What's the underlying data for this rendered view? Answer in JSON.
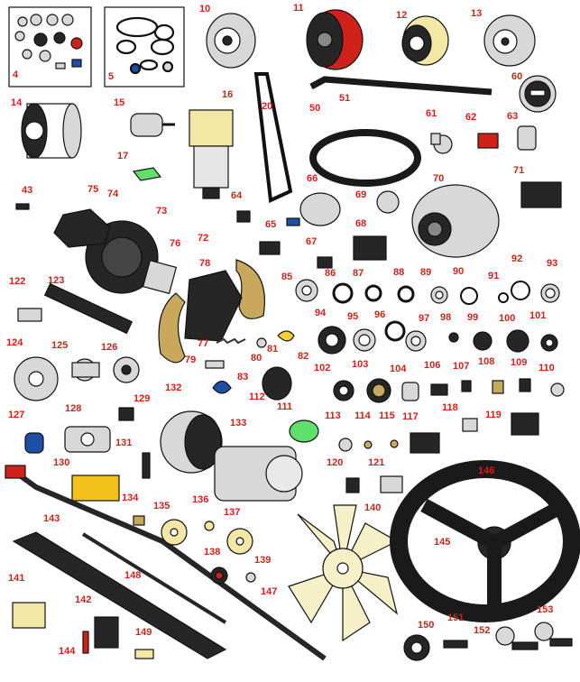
{
  "title": "Parts exploded view",
  "colors": {
    "label": "#d0221a",
    "line": "#111111",
    "part_fill": "#d8d8d8",
    "dark": "#262626",
    "red_part": "#d0221a",
    "yellow_part": "#f3e7a6",
    "green_part": "#5fe06a"
  },
  "callouts": [
    "4",
    "5",
    "10",
    "11",
    "12",
    "13",
    "14",
    "15",
    "16",
    "17",
    "20",
    "43",
    "50",
    "51",
    "60",
    "61",
    "62",
    "63",
    "64",
    "65",
    "66",
    "67",
    "68",
    "69",
    "70",
    "71",
    "72",
    "73",
    "74",
    "75",
    "76",
    "77",
    "78",
    "79",
    "80",
    "81",
    "82",
    "83",
    "85",
    "86",
    "87",
    "88",
    "89",
    "90",
    "91",
    "92",
    "93",
    "94",
    "95",
    "96",
    "97",
    "98",
    "99",
    "100",
    "101",
    "102",
    "103",
    "104",
    "106",
    "107",
    "108",
    "109",
    "110",
    "111",
    "112",
    "113",
    "114",
    "115",
    "117",
    "118",
    "119",
    "120",
    "121",
    "122",
    "123",
    "124",
    "125",
    "126",
    "127",
    "128",
    "129",
    "130",
    "131",
    "132",
    "133",
    "134",
    "135",
    "136",
    "137",
    "138",
    "139",
    "140",
    "141",
    "142",
    "143",
    "144",
    "145",
    "146",
    "147",
    "148",
    "149",
    "150",
    "151",
    "152",
    "153"
  ]
}
